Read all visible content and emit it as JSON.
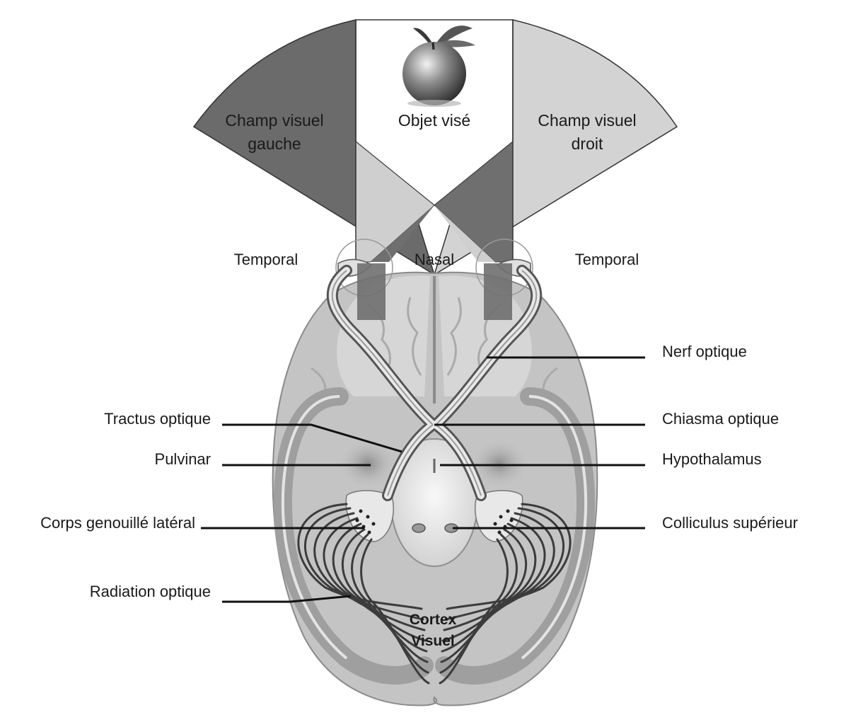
{
  "visual_field": {
    "left": [
      "Champ visuel",
      "gauche"
    ],
    "center": "Objet visé",
    "right": [
      "Champ visuel",
      "droit"
    ]
  },
  "retina": {
    "temporal_left": "Temporal",
    "nasal": "Nasal",
    "temporal_right": "Temporal"
  },
  "labels_left": {
    "tractus": "Tractus optique",
    "pulvinar": "Pulvinar",
    "cgl": "Corps genouillé latéral",
    "radiation": "Radiation optique"
  },
  "labels_right": {
    "nerf": "Nerf optique",
    "chiasma": "Chiasma optique",
    "hypothalamus": "Hypothalamus",
    "colliculus": "Colliculus supérieur"
  },
  "cortex": [
    "Cortex",
    "Visuel"
  ],
  "colors": {
    "field_dark": "#6a6a6a",
    "field_light": "#d2d2d2",
    "brain": "#c4c4c4",
    "brain_light": "#dcdcdc",
    "line": "#111111"
  }
}
